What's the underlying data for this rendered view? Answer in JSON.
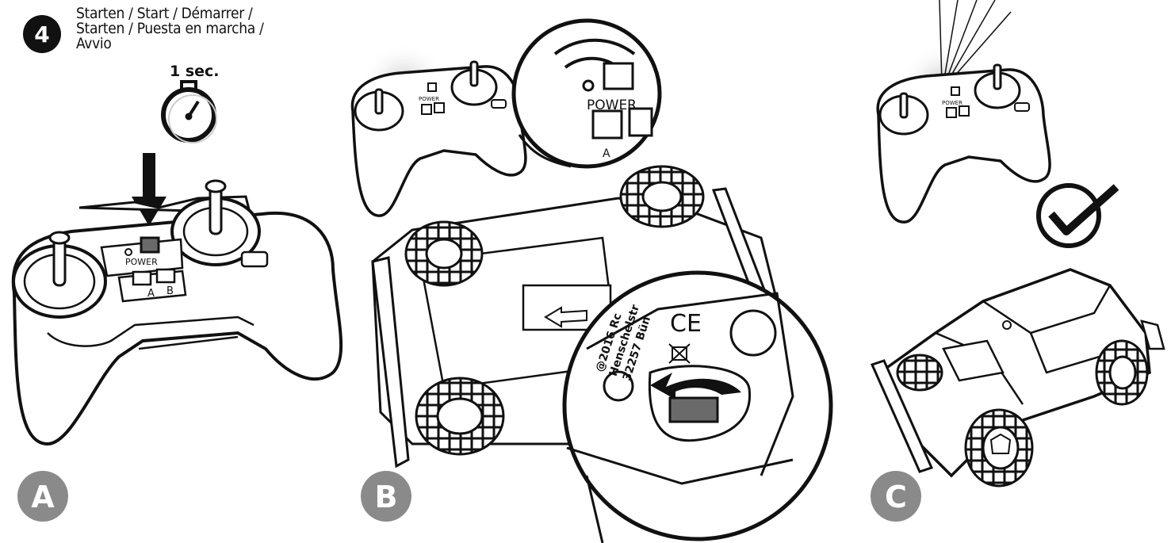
{
  "step": {
    "number": "4",
    "lines": [
      "Starten / Start / Démarrer /",
      "Starten / Puesta en marcha /",
      "Avvio"
    ],
    "duration": "1 sec."
  },
  "controller": {
    "power_label": "POWER",
    "button_a": "A",
    "button_b": "B"
  },
  "vehicle": {
    "label_line1": "@2016 Rc",
    "label_line2": "Henschelstr",
    "label_line3": "32257 Bün"
  },
  "panels": [
    "A",
    "B",
    "C"
  ],
  "colors": {
    "badge": "#8a8a8a",
    "ink": "#111111",
    "power_button": "#6a6a6a"
  }
}
